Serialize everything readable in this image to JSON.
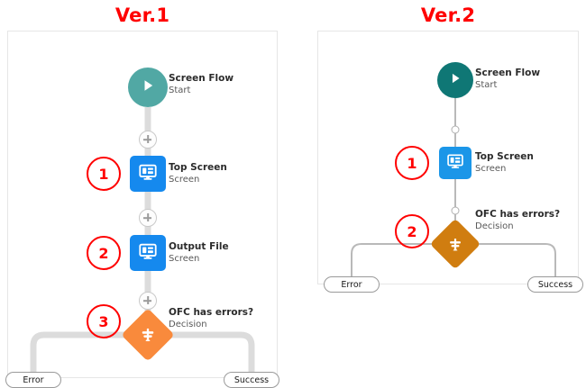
{
  "page": {
    "background": "#ffffff",
    "annotation_color": "#ff0000"
  },
  "panels": [
    {
      "id": "ver1",
      "title": "Ver.1",
      "colors": {
        "start": "#51a8a4",
        "screen": "#1589ee",
        "decision": "#f98a3c",
        "connector": "#dcdcdc"
      },
      "connector_style": "thick-plus",
      "nodes": [
        {
          "type": "start",
          "title": "Screen Flow",
          "subtitle": "Start",
          "icon": "play-icon"
        },
        {
          "type": "screen",
          "title": "Top Screen",
          "subtitle": "Screen",
          "icon": "screen-icon"
        },
        {
          "type": "screen",
          "title": "Output File",
          "subtitle": "Screen",
          "icon": "screen-icon"
        },
        {
          "type": "decision",
          "title": "OFC has errors?",
          "subtitle": "Decision",
          "icon": "decision-icon"
        }
      ],
      "annotations": [
        "1",
        "2",
        "3"
      ],
      "branches": [
        {
          "label": "Error"
        },
        {
          "label": "Success"
        }
      ]
    },
    {
      "id": "ver2",
      "title": "Ver.2",
      "colors": {
        "start": "#0f7775",
        "screen": "#1b96e8",
        "decision": "#d07d10",
        "connector": "#b9b9b9"
      },
      "connector_style": "thin-dot",
      "nodes": [
        {
          "type": "start",
          "title": "Screen Flow",
          "subtitle": "Start",
          "icon": "play-icon"
        },
        {
          "type": "screen",
          "title": "Top Screen",
          "subtitle": "Screen",
          "icon": "screen-icon"
        },
        {
          "type": "decision",
          "title": "OFC has errors?",
          "subtitle": "Decision",
          "icon": "decision-icon"
        }
      ],
      "annotations": [
        "1",
        "2"
      ],
      "branches": [
        {
          "label": "Error"
        },
        {
          "label": "Success"
        }
      ]
    }
  ]
}
